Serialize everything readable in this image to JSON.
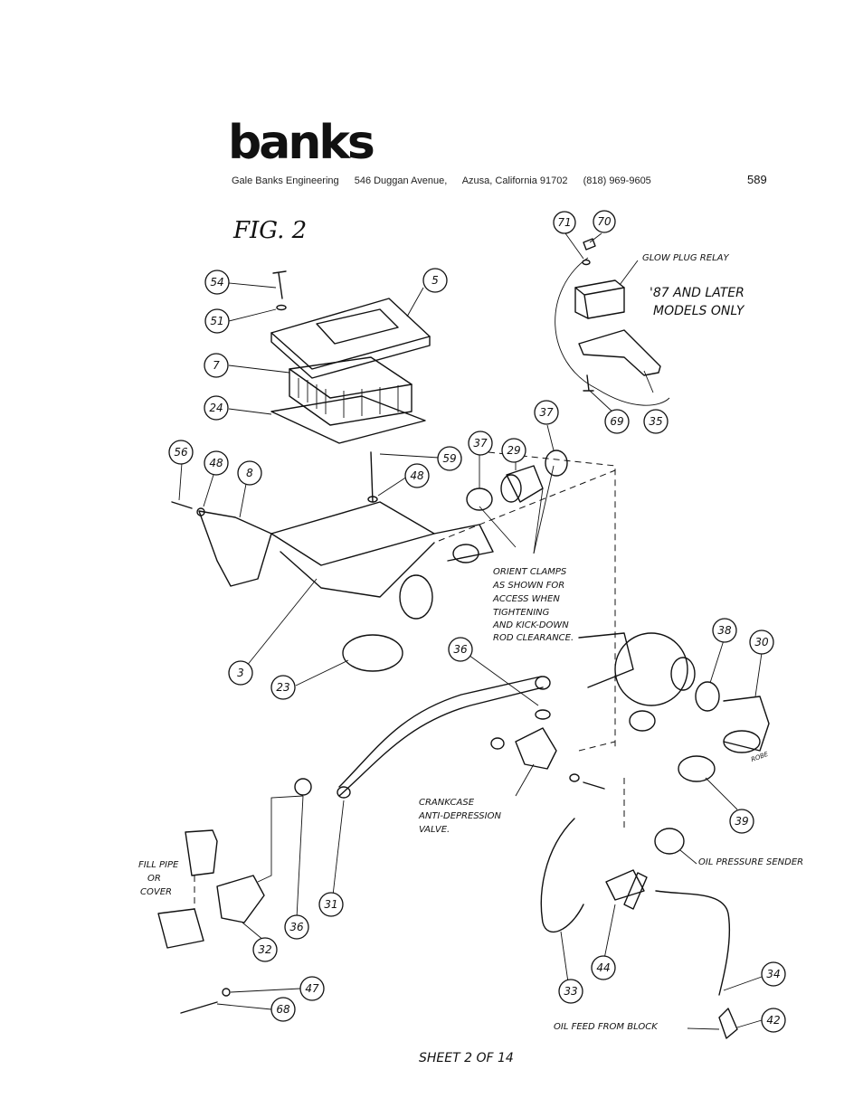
{
  "header": {
    "logo": "banks",
    "company": "Gale Banks Engineering",
    "street": "546 Duggan Avenue,",
    "city": "Azusa, California 91702",
    "phone": "(818) 969-9605",
    "doc_number": "589"
  },
  "figure": {
    "title": "FIG. 2",
    "footer": "SHEET 2 OF 14"
  },
  "notes": {
    "glow_plug_relay": "GLOW PLUG RELAY",
    "models_1": "'87 AND LATER",
    "models_2": "MODELS ONLY",
    "orient_1": "ORIENT CLAMPS",
    "orient_2": "AS SHOWN FOR",
    "orient_3": "ACCESS WHEN",
    "orient_4": "TIGHTENING",
    "orient_5": "AND KICK-DOWN",
    "orient_6": "ROD CLEARANCE.",
    "crankcase_1": "CRANKCASE",
    "crankcase_2": "ANTI-DEPRESSION",
    "crankcase_3": "VALVE.",
    "fill_1": "FILL PIPE",
    "fill_2": "OR",
    "fill_3": "COVER",
    "oil_sender": "OIL PRESSURE SENDER",
    "oil_feed": "OIL FEED FROM BLOCK",
    "artist": "ROBE"
  },
  "callouts": [
    "71",
    "70",
    "54",
    "5",
    "51",
    "7",
    "24",
    "35",
    "69",
    "56",
    "48",
    "8",
    "59",
    "48",
    "37",
    "29",
    "37",
    "3",
    "23",
    "36",
    "38",
    "30",
    "39",
    "31",
    "36",
    "32",
    "47",
    "68",
    "33",
    "44",
    "34",
    "42"
  ]
}
